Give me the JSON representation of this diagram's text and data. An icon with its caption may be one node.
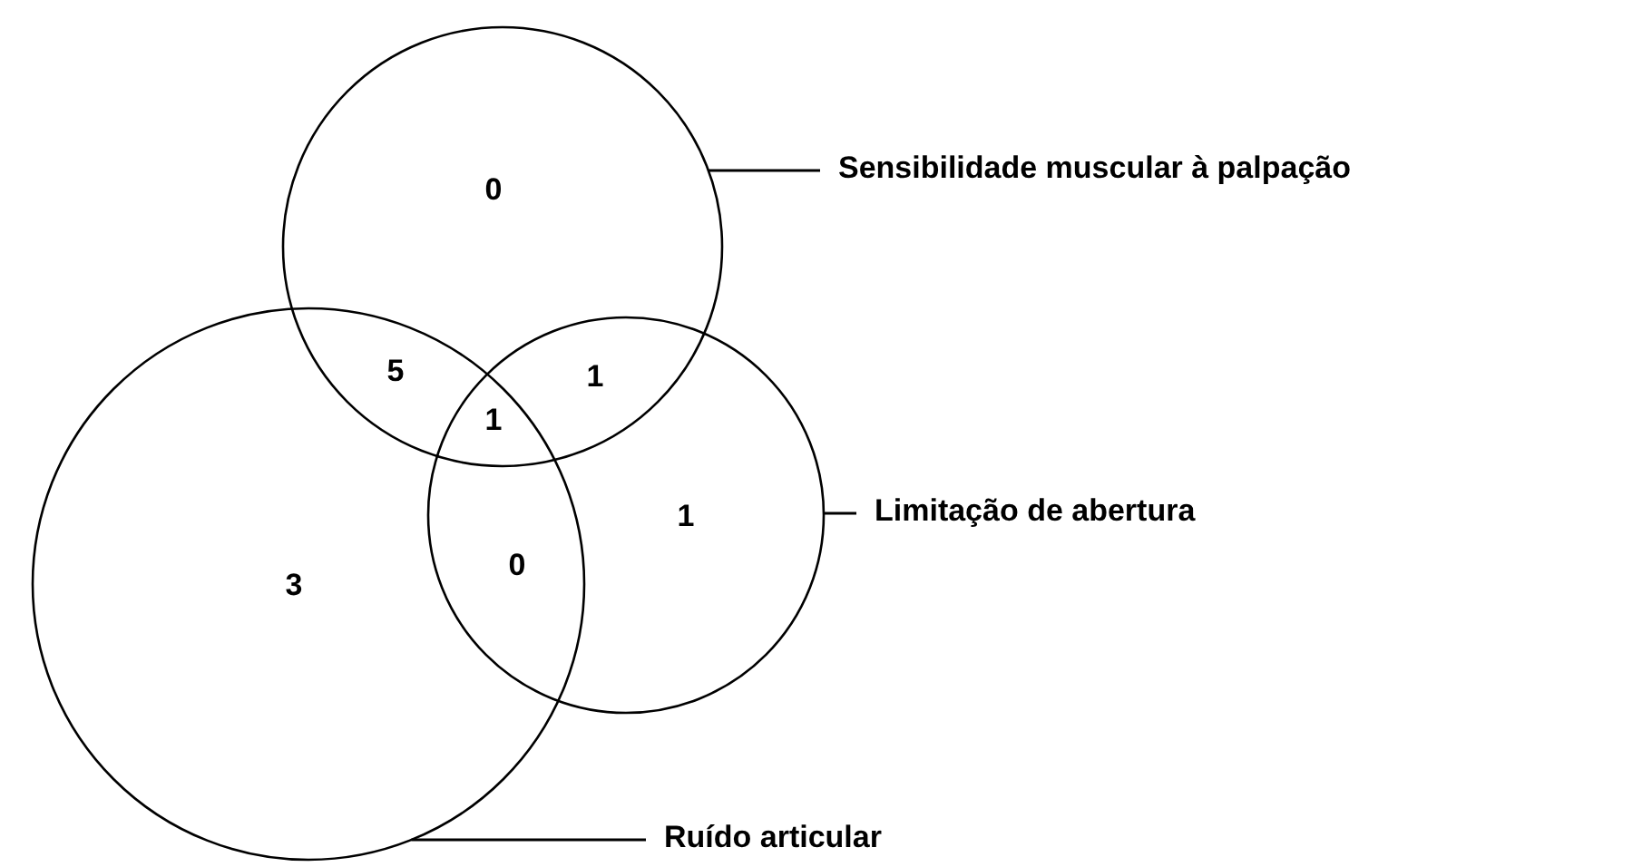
{
  "diagram": {
    "nodes": [
      {
        "text": [],
        "shape": "circle"
      },
      {
        "text": [],
        "shape": "circle"
      },
      {
        "text": [],
        "shape": "circle"
      },
      {
        "text": [
          "Sensibilidade muscular à palpação"
        ]
      },
      {
        "text": [
          "Limitação de abertura"
        ]
      },
      {
        "text": [
          "Ruído articular"
        ]
      }
    ],
    "edges": [
      {
        "from": 3,
        "to": 0,
        "arrow": "none"
      },
      {
        "from": 4,
        "to": 2,
        "arrow": "none"
      },
      {
        "from": 5,
        "to": 1,
        "arrow": "none"
      }
    ],
    "labels": [
      "0",
      "5",
      "1",
      "1",
      "1",
      "3",
      "0"
    ]
  }
}
